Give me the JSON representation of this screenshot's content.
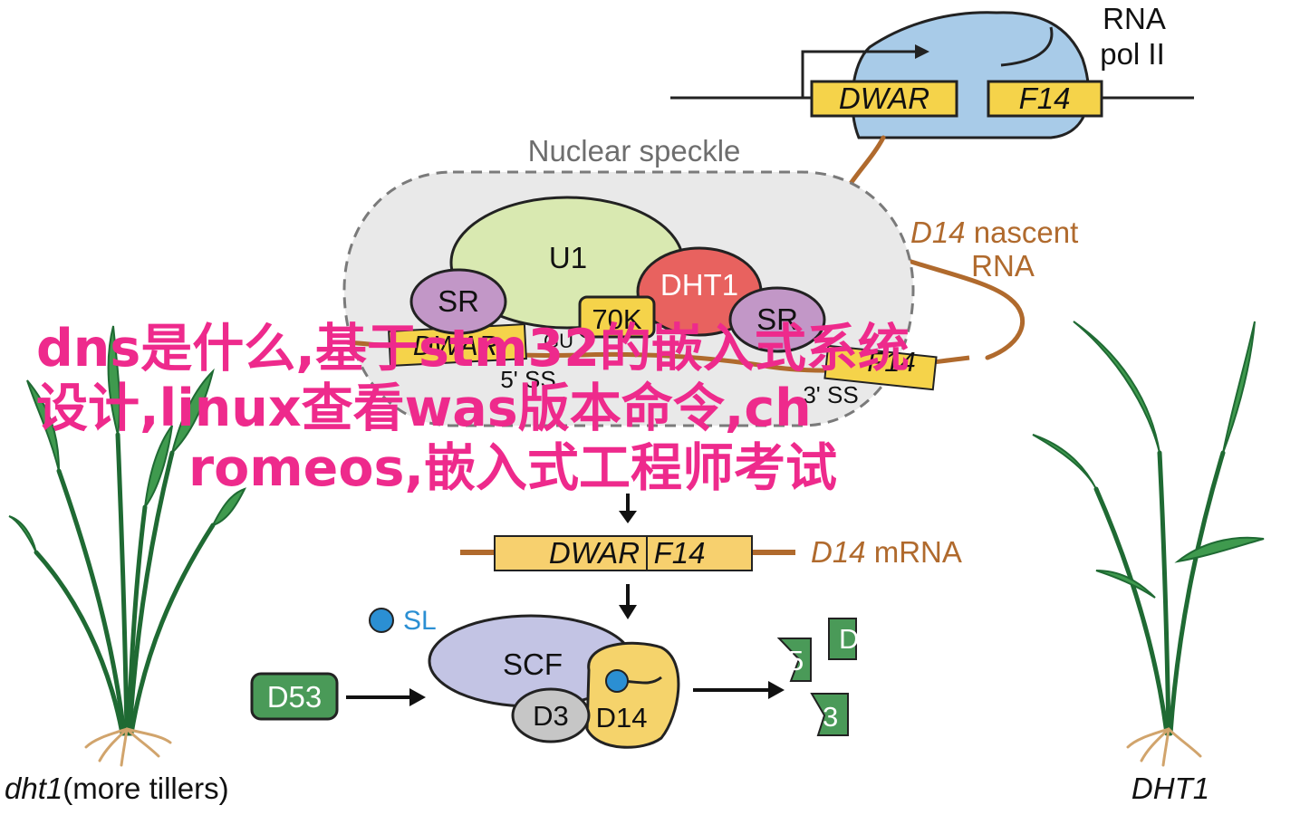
{
  "gene": {
    "rna_pol": [
      "RNA",
      "pol II"
    ],
    "exon1": "DWAR",
    "exon2": "F14"
  },
  "speckle": {
    "label": "Nuclear speckle",
    "u1": "U1",
    "dht1": "DHT1",
    "k70": "70K",
    "sr_left": "SR",
    "sr_right": "SR",
    "gu": "GU",
    "exon_left": "DWAR",
    "exon_right": "F14",
    "ss5": "5' SS",
    "ss3": "3' SS"
  },
  "nascent": {
    "gene": "D14",
    "rest": " nascent",
    "line2": "RNA"
  },
  "mrna": {
    "exon1": "DWAR",
    "exon2": "F14",
    "gene": "D14",
    "rest": " mRNA"
  },
  "complex": {
    "sl": "SL",
    "scf": "SCF",
    "d3": "D3",
    "d14": "D14",
    "d53": "D53",
    "frag_top": "D",
    "frag_mid": "5",
    "frag_bot": "3"
  },
  "plants": {
    "left_gene": "dht1",
    "left_rest": "(more tillers)",
    "right_gene": "DHT1"
  },
  "watermark": [
    "dns是什么,基于stm32的嵌入式系统",
    "设计,linux查看was版本命令,ch",
    "romeos,嵌入式工程师考试"
  ],
  "colors": {
    "exon": "#f5d34a",
    "pol": "#a8cbe8",
    "u1": "#d9e9b1",
    "dht1": "#e8625f",
    "sr": "#c297c7",
    "scf": "#c3c4e4",
    "d14": "#f5d36b",
    "d53": "#4a9a58",
    "rna": "#b06a2d",
    "sl": "#2b8fd3",
    "watermark": "#ee2a8c"
  }
}
